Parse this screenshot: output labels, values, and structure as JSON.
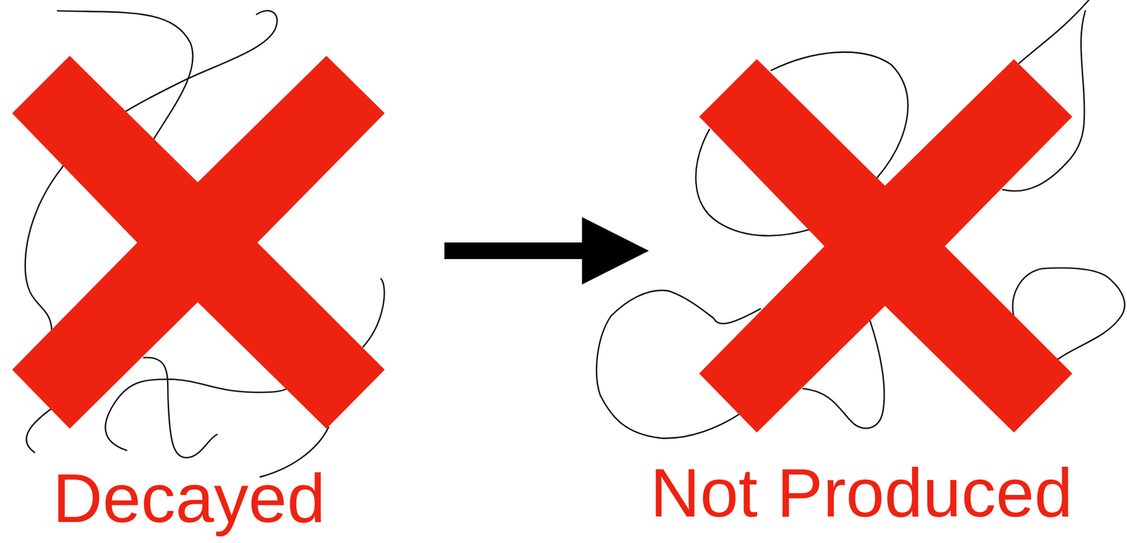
{
  "diagram": {
    "nodes": [
      {
        "text": [
          "Decayed"
        ]
      },
      {
        "text": [
          "Not Produced"
        ]
      }
    ],
    "edges": [
      {
        "from": 0,
        "to": 1,
        "arrow": "to"
      }
    ]
  }
}
